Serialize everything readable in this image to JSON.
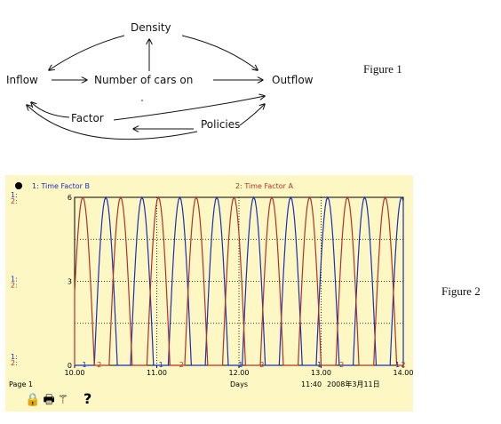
{
  "figure1": {
    "label": "Figure 1",
    "nodes": {
      "density": "Density",
      "inflow": "Inflow",
      "cars": "Number of cars on",
      "outflow": "Outflow",
      "factor": "Factor",
      "policies": "Policies"
    }
  },
  "figure2": {
    "label": "Figure 2"
  },
  "chart_data": {
    "type": "line",
    "series": [
      {
        "name": "1: Time Factor B",
        "short": "1",
        "color": "#1a2fb8",
        "peaks": [
          10.38,
          10.82,
          11.28,
          11.73,
          12.18,
          12.63,
          13.08,
          13.53,
          13.98
        ]
      },
      {
        "name": "2: Time Factor A",
        "short": "2",
        "color": "#b2322a",
        "peaks": [
          10.1,
          10.56,
          11.02,
          11.48,
          11.94,
          12.4,
          12.86,
          13.32,
          13.78
        ]
      }
    ],
    "xlim": [
      10.0,
      14.0
    ],
    "ylim": [
      0,
      6
    ],
    "x_ticks": [
      "10.00",
      "11.00",
      "12.00",
      "13.00",
      "14.00"
    ],
    "y_ticks": [
      "0",
      "3",
      "6"
    ],
    "xlabel": "Days",
    "axis_series_tags": {
      "top": [
        "1:",
        "2:"
      ],
      "middle": [
        "1:",
        "2:"
      ],
      "bottom": [
        "1:",
        "2:"
      ]
    },
    "markers": {
      "series1": "1",
      "series2": "2"
    },
    "page_label": "Page 1",
    "time": "11:40",
    "date": "2008年3月11日",
    "grid": true
  },
  "toolbar": {
    "icons": [
      "lock-icon",
      "print-icon",
      "wand-icon"
    ],
    "help": "?"
  }
}
